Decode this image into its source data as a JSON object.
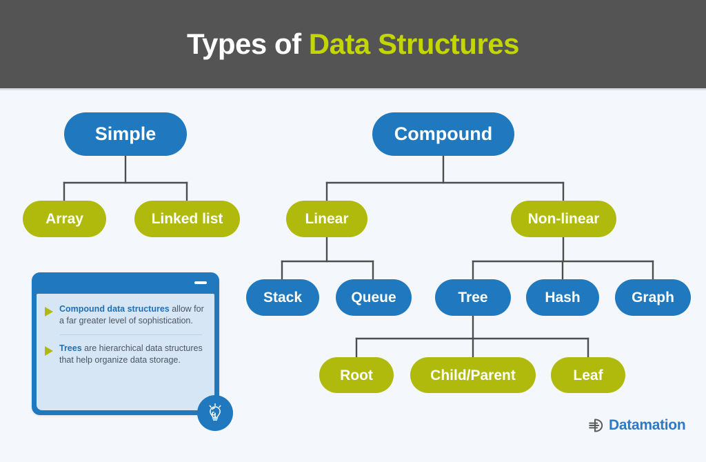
{
  "header": {
    "title_plain": "Types of ",
    "title_accent": "Data Structures",
    "background_color": "#545454",
    "accent_color": "#c3d600"
  },
  "colors": {
    "page_background": "#f4f8fc",
    "blue": "#2078be",
    "green": "#b0ba0d",
    "connector": "#4d4d4d",
    "info_body": "#d7e6f4",
    "logo_blue": "#2e78c8"
  },
  "diagram": {
    "type": "tree",
    "nodes": [
      {
        "id": "simple",
        "label": "Simple",
        "level": 1,
        "color": "blue",
        "parent": null
      },
      {
        "id": "compound",
        "label": "Compound",
        "level": 1,
        "color": "blue",
        "parent": null
      },
      {
        "id": "array",
        "label": "Array",
        "level": 2,
        "color": "green",
        "parent": "simple"
      },
      {
        "id": "linked-list",
        "label": "Linked list",
        "level": 2,
        "color": "green",
        "parent": "simple"
      },
      {
        "id": "linear",
        "label": "Linear",
        "level": 2,
        "color": "green",
        "parent": "compound"
      },
      {
        "id": "non-linear",
        "label": "Non-linear",
        "level": 2,
        "color": "green",
        "parent": "compound"
      },
      {
        "id": "stack",
        "label": "Stack",
        "level": 3,
        "color": "blue",
        "parent": "linear"
      },
      {
        "id": "queue",
        "label": "Queue",
        "level": 3,
        "color": "blue",
        "parent": "linear"
      },
      {
        "id": "tree",
        "label": "Tree",
        "level": 3,
        "color": "blue",
        "parent": "non-linear"
      },
      {
        "id": "hash",
        "label": "Hash",
        "level": 3,
        "color": "blue",
        "parent": "non-linear"
      },
      {
        "id": "graph",
        "label": "Graph",
        "level": 3,
        "color": "blue",
        "parent": "non-linear"
      },
      {
        "id": "root",
        "label": "Root",
        "level": 4,
        "color": "green",
        "parent": "tree"
      },
      {
        "id": "child-parent",
        "label": "Child/Parent",
        "level": 4,
        "color": "green",
        "parent": "tree"
      },
      {
        "id": "leaf",
        "label": "Leaf",
        "level": 4,
        "color": "green",
        "parent": "tree"
      }
    ]
  },
  "info_card": {
    "minimize_icon": "minus-icon",
    "bullets": [
      {
        "lead": "Compound data structures",
        "rest": " allow for a far greater level of sophistication."
      },
      {
        "lead": "Trees",
        "rest": " are hierarchical data structures that help organize data storage."
      }
    ],
    "badge_icon": "lightbulb-icon"
  },
  "logo": {
    "mark": "datamation-logo-icon",
    "text": "Datamation"
  }
}
